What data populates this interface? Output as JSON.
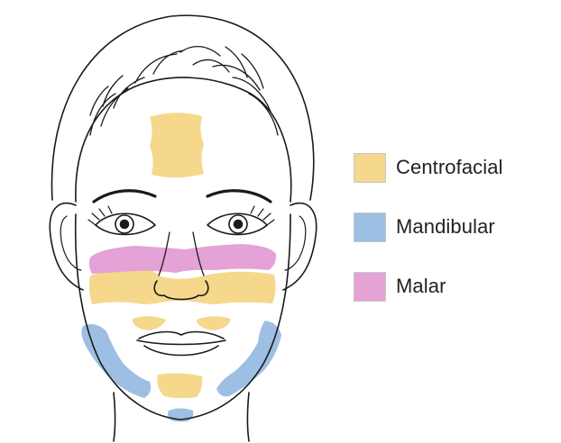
{
  "colors": {
    "centrofacial": "#f5d88c",
    "mandibular": "#9dbfe3",
    "malar": "#e4a2d6",
    "line": "#1a1a1a"
  },
  "legend": {
    "items": [
      {
        "key": "centrofacial",
        "label": "Centrofacial",
        "color": "#f5d88c"
      },
      {
        "key": "mandibular",
        "label": "Mandibular",
        "color": "#9dbfe3"
      },
      {
        "key": "malar",
        "label": "Malar",
        "color": "#e4a2d6"
      }
    ]
  }
}
